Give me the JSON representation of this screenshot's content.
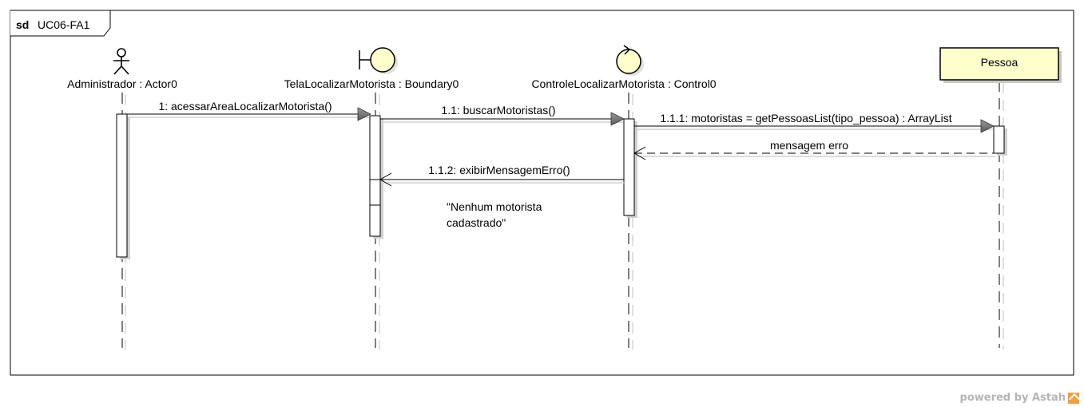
{
  "frame": {
    "keyword": "sd",
    "name": "UC06-FA1"
  },
  "lifelines": [
    {
      "label": "Administrador : Actor0",
      "kind": "actor-icon"
    },
    {
      "label": "TelaLocalizarMotorista : Boundary0",
      "kind": "boundary-icon"
    },
    {
      "label": "ControleLocalizarMotorista : Control0",
      "kind": "control-icon"
    },
    {
      "label": "Pessoa",
      "kind": "class-box"
    }
  ],
  "messages": [
    {
      "label": "1: acessarAreaLocalizarMotorista()",
      "type": "sync"
    },
    {
      "label": "1.1: buscarMotoristas()",
      "type": "sync"
    },
    {
      "label": "1.1.1: motoristas = getPessoasList(tipo_pessoa) : ArrayList",
      "type": "sync"
    },
    {
      "label": "mensagem erro",
      "type": "reply"
    },
    {
      "label": "1.1.2: exibirMensagemErro()",
      "type": "async"
    }
  ],
  "note": {
    "line1": "\"Nenhum motorista",
    "line2": "cadastrado\""
  },
  "colors": {
    "box_fill": "#ffffcc",
    "line": "#000000",
    "shadow": "#c8c8c8"
  },
  "watermark": {
    "text": "powered by Astah"
  }
}
